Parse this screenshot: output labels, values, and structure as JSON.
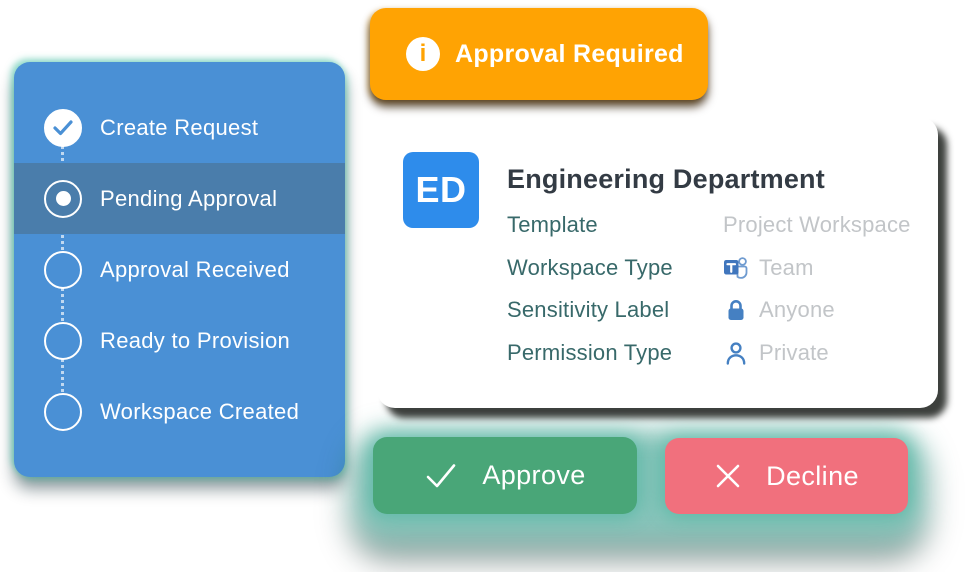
{
  "colors": {
    "sidebar_blue": "#4A90D5",
    "active_step_blue": "#4A7DAB",
    "banner_orange": "#FFA303",
    "avatar_blue": "#2E8CEB",
    "title_dark": "#333B44",
    "label_teal": "#38696A",
    "value_gray": "#C2C5C8",
    "icon_blue": "#4580C2",
    "approve_green": "#49A678",
    "decline_pink": "#F1707D",
    "glow_teal": "#269683"
  },
  "stepper": {
    "steps": [
      {
        "label": "Create Request",
        "state": "complete",
        "icon": "check-circle-icon"
      },
      {
        "label": "Pending Approval",
        "state": "current",
        "icon": "radio-dot-icon"
      },
      {
        "label": "Approval Received",
        "state": "upcoming",
        "icon": "empty-circle-icon"
      },
      {
        "label": "Ready to Provision",
        "state": "upcoming",
        "icon": "empty-circle-icon"
      },
      {
        "label": "Workspace Created",
        "state": "upcoming",
        "icon": "empty-circle-icon"
      }
    ]
  },
  "banner": {
    "icon": "info-icon",
    "icon_glyph": "i",
    "label": "Approval Required"
  },
  "card": {
    "avatar_initials": "ED",
    "title": "Engineering Department",
    "fields": [
      {
        "label": "Template",
        "value": "Project Workspace",
        "icon": ""
      },
      {
        "label": "Workspace Type",
        "value": "Team",
        "icon": "teams-icon"
      },
      {
        "label": "Sensitivity Label",
        "value": "Anyone",
        "icon": "lock-icon"
      },
      {
        "label": "Permission Type",
        "value": "Private",
        "icon": "person-icon"
      }
    ]
  },
  "actions": {
    "approve": {
      "label": "Approve",
      "icon": "check-icon"
    },
    "decline": {
      "label": "Decline",
      "icon": "x-icon"
    }
  }
}
